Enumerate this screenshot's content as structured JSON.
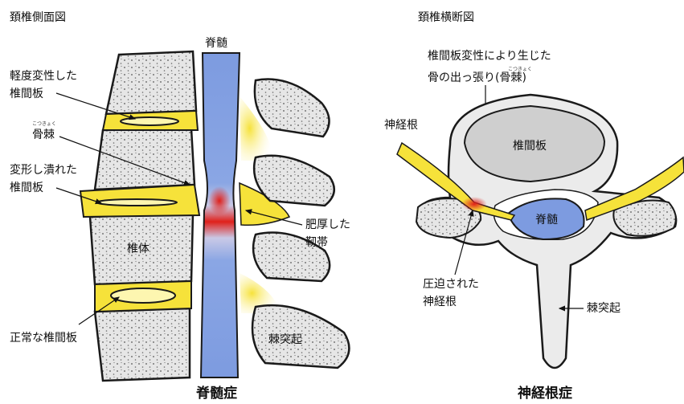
{
  "left_panel": {
    "title": "頚椎側面図",
    "spinal_cord_top_label": "脊髄",
    "labels": {
      "mild_degeneration": [
        "軽度変性した",
        "椎間板"
      ],
      "osteophyte": "骨棘",
      "osteophyte_ruby": "こつきょく",
      "deformed_disc": [
        "変形し潰れた",
        "椎間板"
      ],
      "vertebral_body": "椎体",
      "normal_disc": "正常な椎間板",
      "thickened_ligament": [
        "肥厚した",
        "靭帯"
      ],
      "spinous_process": "棘突起"
    },
    "caption": "脊髄症"
  },
  "right_panel": {
    "title": "頚椎横断図",
    "labels": {
      "osteophyte_desc_line1": "椎間板変性により生じた",
      "osteophyte_desc_line2": "骨の出っ張り(骨棘)",
      "osteophyte_ruby": "こつきょく",
      "nerve_root": "神経根",
      "disc": "椎間板",
      "spinal_cord": "脊髄",
      "compressed_nerve": [
        "圧迫された",
        "神経根"
      ],
      "spinous_process": "棘突起"
    },
    "caption": "神経根症"
  },
  "colors": {
    "bone_fill": "#e4e4e4",
    "bone_outline": "#1a1a1a",
    "disc_yellow": "#f6e23a",
    "cord_blue": "#7d9be0",
    "compression_red": "#e0201a",
    "disc_gray": "#cfcfcf"
  }
}
